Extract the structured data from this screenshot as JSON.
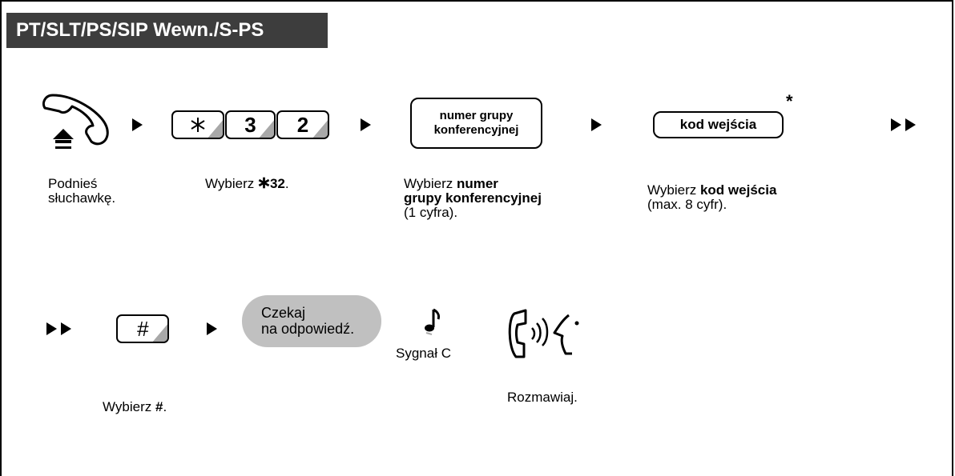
{
  "header": {
    "title": "PT/SLT/PS/SIP Wewn./S-PS"
  },
  "row1": {
    "keys": [
      "*",
      "3",
      "2"
    ],
    "group_box": [
      "numer grupy",
      "konferencyjnej"
    ],
    "code_box": "kod wejścia",
    "asterisk": "*",
    "captions": {
      "step1": [
        "Podnieś",
        "słuchawkę."
      ],
      "step2_prefix": "Wybierz ",
      "step2_bold": "32",
      "step3_line1_prefix": "Wybierz ",
      "step3_line1_bold": "numer",
      "step3_line2_bold": "grupy konferencyjnej",
      "step3_line3": "(1 cyfra).",
      "step4_line1_prefix": "Wybierz ",
      "step4_line1_bold": "kod wejścia",
      "step4_line2": "(max. 8 cyfr)."
    }
  },
  "row2": {
    "hash_key": "#",
    "pill": [
      "Czekaj",
      "na odpowiedź."
    ],
    "tone_label": "Sygnał C",
    "captions": {
      "dial_prefix": "Wybierz ",
      "dial_bold": "#",
      "dial_suffix": ".",
      "talk": "Rozmawiaj."
    }
  },
  "icons": {
    "offhook": "handset-offhook-icon",
    "star": "asterisk-icon",
    "tone": "music-note-icon",
    "talk": "talking-icon"
  },
  "colors": {
    "header_bg": "#3d3d3d",
    "key_shade": "#a8a8a8",
    "pill_bg": "#c0c0c0"
  }
}
